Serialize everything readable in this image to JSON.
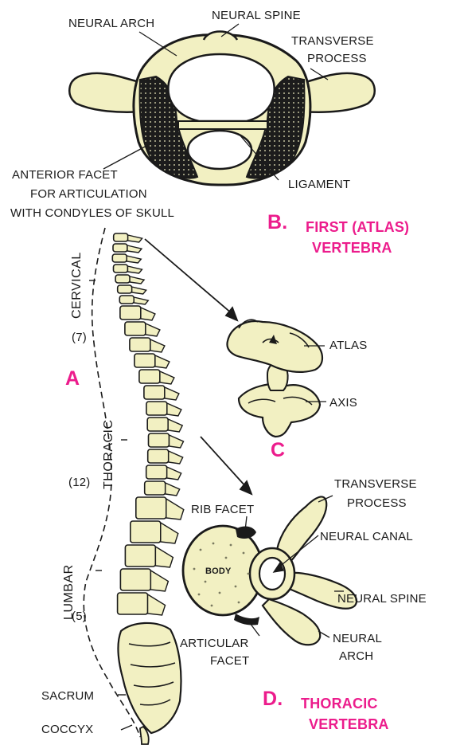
{
  "panel_b": {
    "letter": "B.",
    "title_line1": "FIRST (ATLAS)",
    "title_line2": "VERTEBRA",
    "labels": {
      "neural_arch": "NEURAL ARCH",
      "neural_spine": "NEURAL SPINE",
      "transverse_line1": "TRANSVERSE",
      "transverse_line2": "PROCESS",
      "anterior_line1": "ANTERIOR FACET",
      "anterior_line2": "FOR ARTICULATION",
      "anterior_line3": "WITH CONDYLES OF SKULL",
      "ligament": "LIGAMENT"
    }
  },
  "panel_a": {
    "letter": "A",
    "cervical": "CERVICAL",
    "cervical_count": "(7)",
    "thoracic": "THORACIC",
    "thoracic_count": "(12)",
    "lumbar": "LUMBAR",
    "lumbar_count": "(5)",
    "sacrum": "SACRUM",
    "coccyx": "COCCYX"
  },
  "panel_c": {
    "letter": "C",
    "atlas": "ATLAS",
    "axis": "AXIS"
  },
  "panel_d": {
    "letter": "D.",
    "title_line1": "THORACIC",
    "title_line2": "VERTEBRA",
    "labels": {
      "transverse_line1": "TRANSVERSE",
      "transverse_line2": "PROCESS",
      "rib_facet": "RIB FACET",
      "neural_canal": "NEURAL CANAL",
      "body": "BODY",
      "neural_spine": "NEURAL SPINE",
      "articular_line1": "ARTICULAR",
      "articular_line2": "FACET",
      "neural_arch_line1": "NEURAL",
      "neural_arch_line2": "ARCH"
    }
  },
  "colors": {
    "bone": "#f2f0c2",
    "outline": "#1a1a1a",
    "accent": "#ec1c8c"
  }
}
